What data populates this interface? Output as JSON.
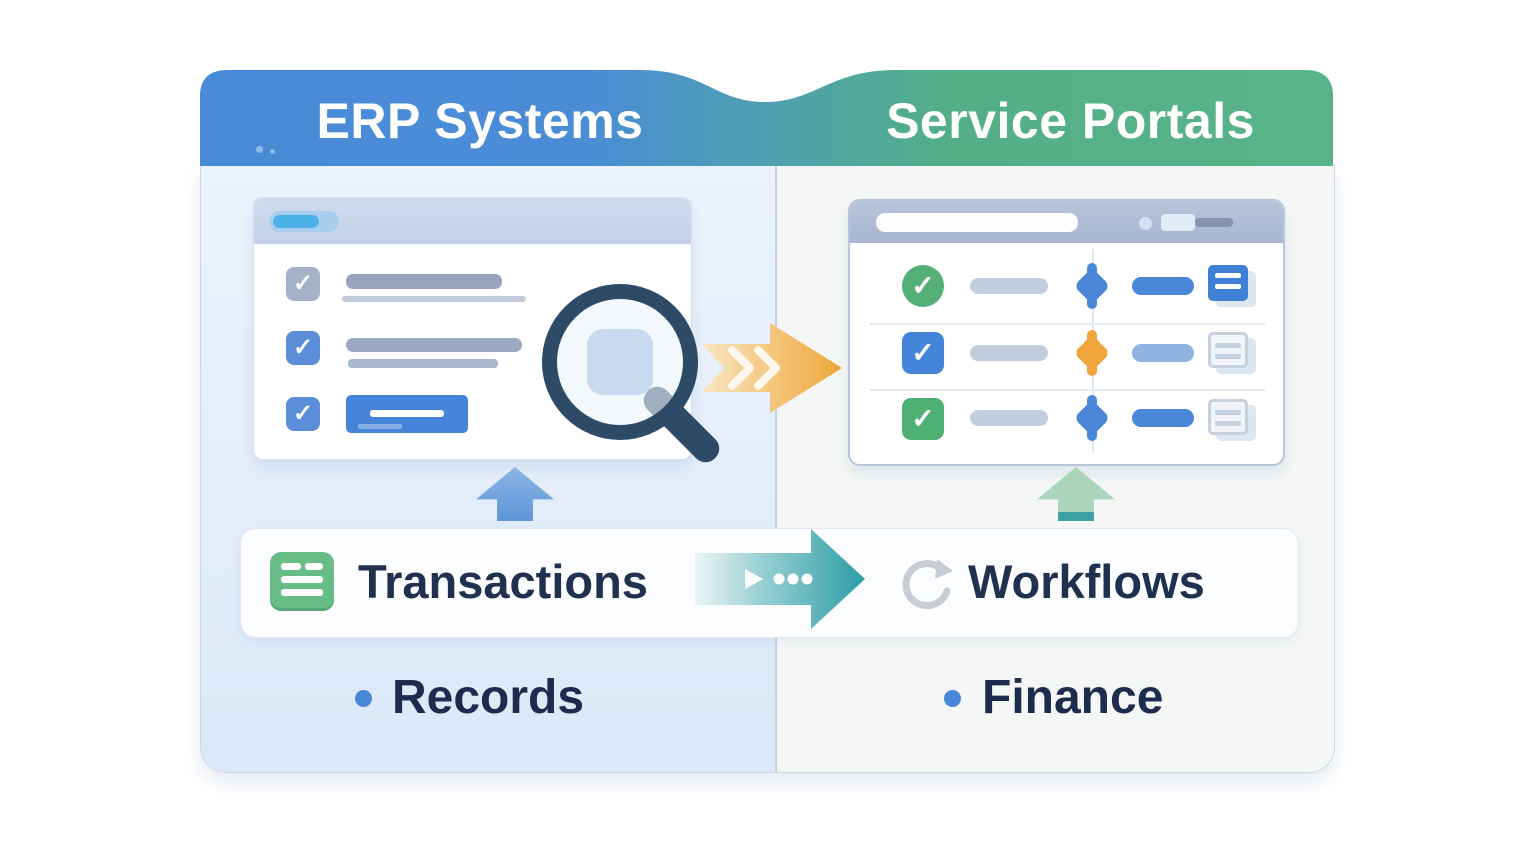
{
  "glyphs": {
    "check": "✓"
  },
  "header": {
    "left_tab": {
      "label": "ERP Systems",
      "color": "#4a8bd9"
    },
    "right_tab": {
      "label": "Service Portals",
      "color": "#55b287"
    }
  },
  "summary_band": {
    "left_label": "Transactions",
    "right_label": "Workflows"
  },
  "bullets": {
    "left": "Records",
    "right": "Finance"
  },
  "colors": {
    "erp_blue": "#4a8bd9",
    "portal_green": "#55b287",
    "flow_orange": "#f0a73c",
    "flow_teal": "#2fa0a8",
    "text_navy": "#1e2c4e",
    "bullet_blue": "#4a86d8",
    "status_green": "#55b078",
    "status_blue": "#4484d9"
  }
}
